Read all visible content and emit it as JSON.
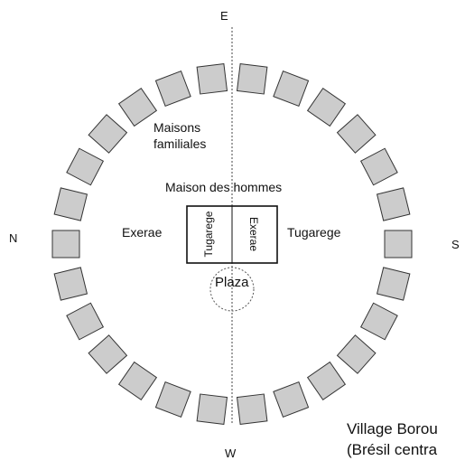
{
  "directions": {
    "top": "E",
    "bottom": "W",
    "left": "N",
    "right": "S"
  },
  "labels": {
    "family_houses_line1": "Maisons",
    "family_houses_line2": "familiales",
    "mens_house": "Maison des hommes",
    "left_moiety": "Exerae",
    "right_moiety": "Tugarege",
    "inner_left": "Tugarege",
    "inner_right": "Exerae",
    "plaza": "Plaza"
  },
  "caption": {
    "line1": "Village Borou",
    "line2": "(Brésil centra"
  },
  "house_count": 26,
  "colors": {
    "house_fill": "#cccccc",
    "stroke": "#333333",
    "axis": "#444444"
  }
}
